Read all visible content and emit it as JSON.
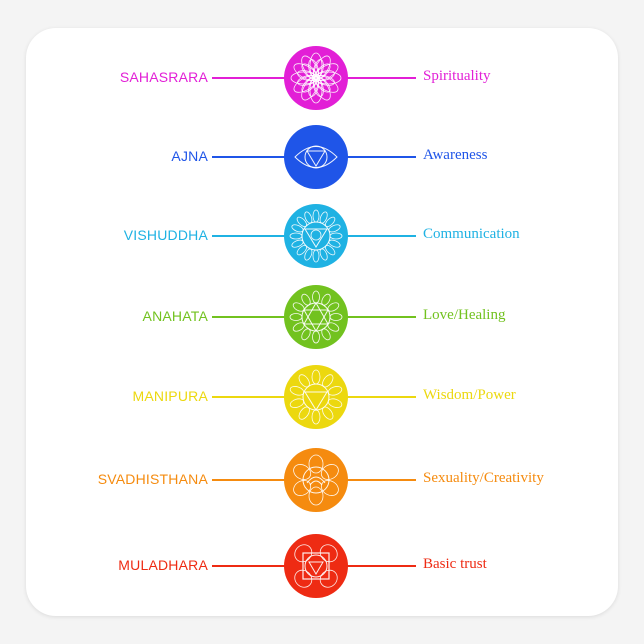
{
  "chakras": [
    {
      "name": "SAHASRARA",
      "meaning": "Spirituality",
      "color": "#e21fd6",
      "symbol": "lotus-icon"
    },
    {
      "name": "AJNA",
      "meaning": "Awareness",
      "color": "#1f55e8",
      "symbol": "third-eye-icon"
    },
    {
      "name": "VISHUDDHA",
      "meaning": "Communication",
      "color": "#1fb2e3",
      "symbol": "throat-icon"
    },
    {
      "name": "ANAHATA",
      "meaning": "Love/Healing",
      "color": "#72c21f",
      "symbol": "heart-star-icon"
    },
    {
      "name": "MANIPURA",
      "meaning": "Wisdom/Power",
      "color": "#ecd80f",
      "symbol": "solar-plexus-icon"
    },
    {
      "name": "SVADHISTHANA",
      "meaning": "Sexuality/Creativity",
      "color": "#f58b0f",
      "symbol": "sacral-icon"
    },
    {
      "name": "MULADHARA",
      "meaning": "Basic trust",
      "color": "#ee2b13",
      "symbol": "root-icon"
    }
  ]
}
